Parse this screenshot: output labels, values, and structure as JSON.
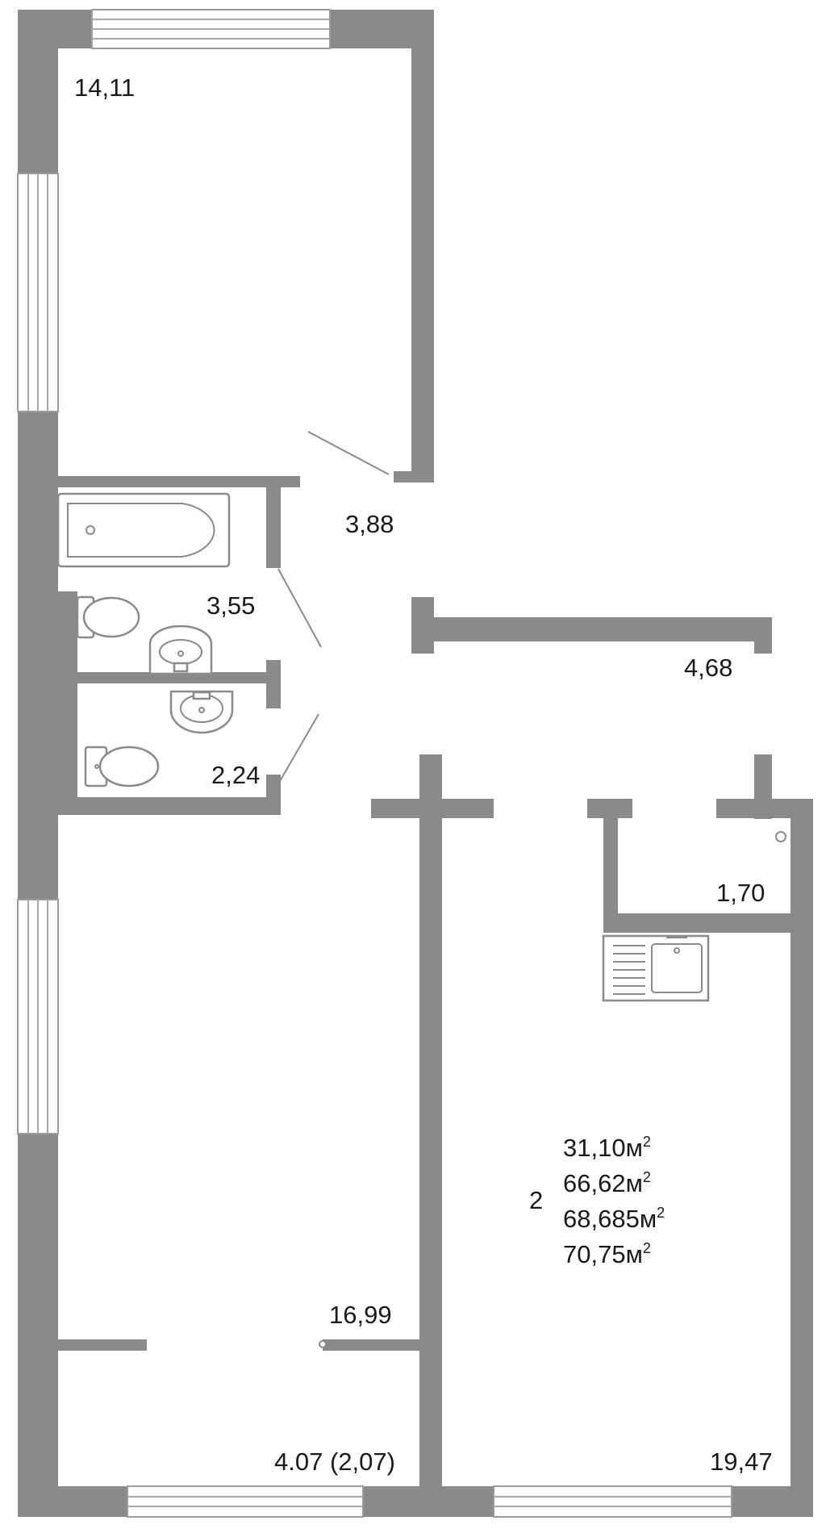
{
  "rooms": {
    "room_top": "14,11",
    "corridor_top": "3,88",
    "bathroom": "3,55",
    "toilet": "2,24",
    "hall": "4,68",
    "storage": "1,70",
    "room_bottom_left": "16,99",
    "balcony": "4.07 (2,07)",
    "kitchen_living": "19,47"
  },
  "summary": {
    "room_count": "2",
    "lines": [
      {
        "value": "31,10м",
        "sup": "2"
      },
      {
        "value": "66,62м",
        "sup": "2"
      },
      {
        "value": "68,685м",
        "sup": "2"
      },
      {
        "value": "70,75м",
        "sup": "2"
      }
    ]
  },
  "colors": {
    "wall": "#8a8a8a",
    "background": "#ffffff",
    "text": "#1a1a1a"
  }
}
